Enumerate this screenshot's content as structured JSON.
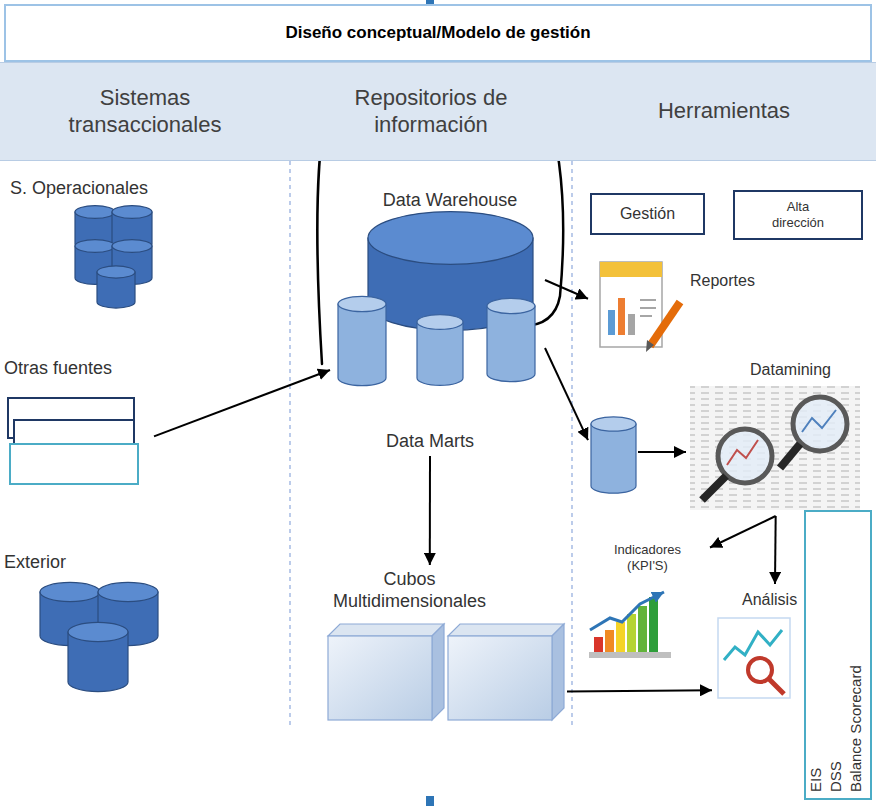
{
  "diagram": {
    "nodes": [
      {
        "text": [
          "Diseño conceptual/Modelo de gestión"
        ]
      },
      {
        "text": [
          "Sistemas transaccionales"
        ]
      },
      {
        "text": [
          "Repositorios de información"
        ]
      },
      {
        "text": [
          "Herramientas"
        ]
      },
      {
        "text": [
          "S. Operacionales"
        ]
      },
      {
        "text": [
          "Otras fuentes"
        ]
      },
      {
        "text": [
          "Exterior"
        ]
      },
      {
        "text": [
          "Data Warehouse"
        ]
      },
      {
        "text": [
          "Data Marts"
        ]
      },
      {
        "text": [
          "Cubos Multidimensionales"
        ]
      },
      {
        "text": [
          "Gestión"
        ]
      },
      {
        "text": [
          "Alta dirección"
        ]
      },
      {
        "text": [
          "Reportes"
        ]
      },
      {
        "text": [
          "Datamining"
        ]
      },
      {
        "text": [
          "Indicadores (KPI'S)"
        ]
      },
      {
        "text": [
          "Análisis"
        ]
      },
      {
        "text": [
          "EIS",
          "DSS",
          "Balance Scorecard"
        ]
      }
    ],
    "edges": [
      {
        "from": 5,
        "to": 7,
        "arrow": "to"
      },
      {
        "from": 8,
        "to": 9,
        "arrow": "to"
      },
      {
        "from": 7,
        "to": 12,
        "arrow": "to"
      },
      {
        "from": 7,
        "to": 13,
        "arrow": "to"
      },
      {
        "from": 13,
        "to": 14,
        "arrow": "to"
      },
      {
        "from": 13,
        "to": 15,
        "arrow": "to"
      },
      {
        "from": 9,
        "to": 15,
        "arrow": "to"
      }
    ]
  }
}
